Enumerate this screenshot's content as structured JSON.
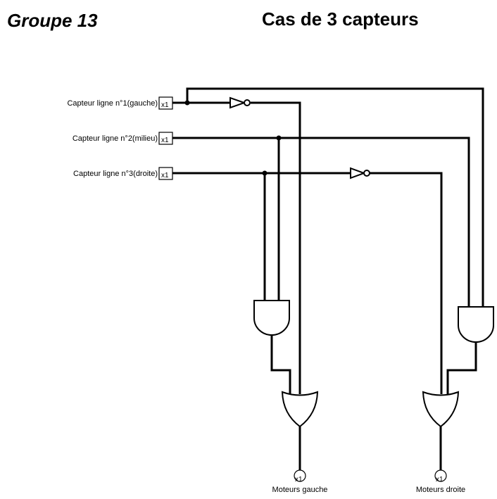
{
  "header": {
    "group": "Groupe 13",
    "case": "Cas de 3 capteurs"
  },
  "inputs": [
    {
      "label": "Capteur ligne n°1(gauche)",
      "tag": "x1"
    },
    {
      "label": "Capteur ligne n°2(milieu)",
      "tag": "x1"
    },
    {
      "label": "Capteur ligne n°3(droite)",
      "tag": "x1"
    }
  ],
  "outputs": [
    {
      "label": "Moteurs gauche",
      "tag": "x1"
    },
    {
      "label": "Moteurs droite",
      "tag": "x1"
    }
  ],
  "gates": {
    "not_count": 2,
    "and_count": 2,
    "or_count": 2
  }
}
